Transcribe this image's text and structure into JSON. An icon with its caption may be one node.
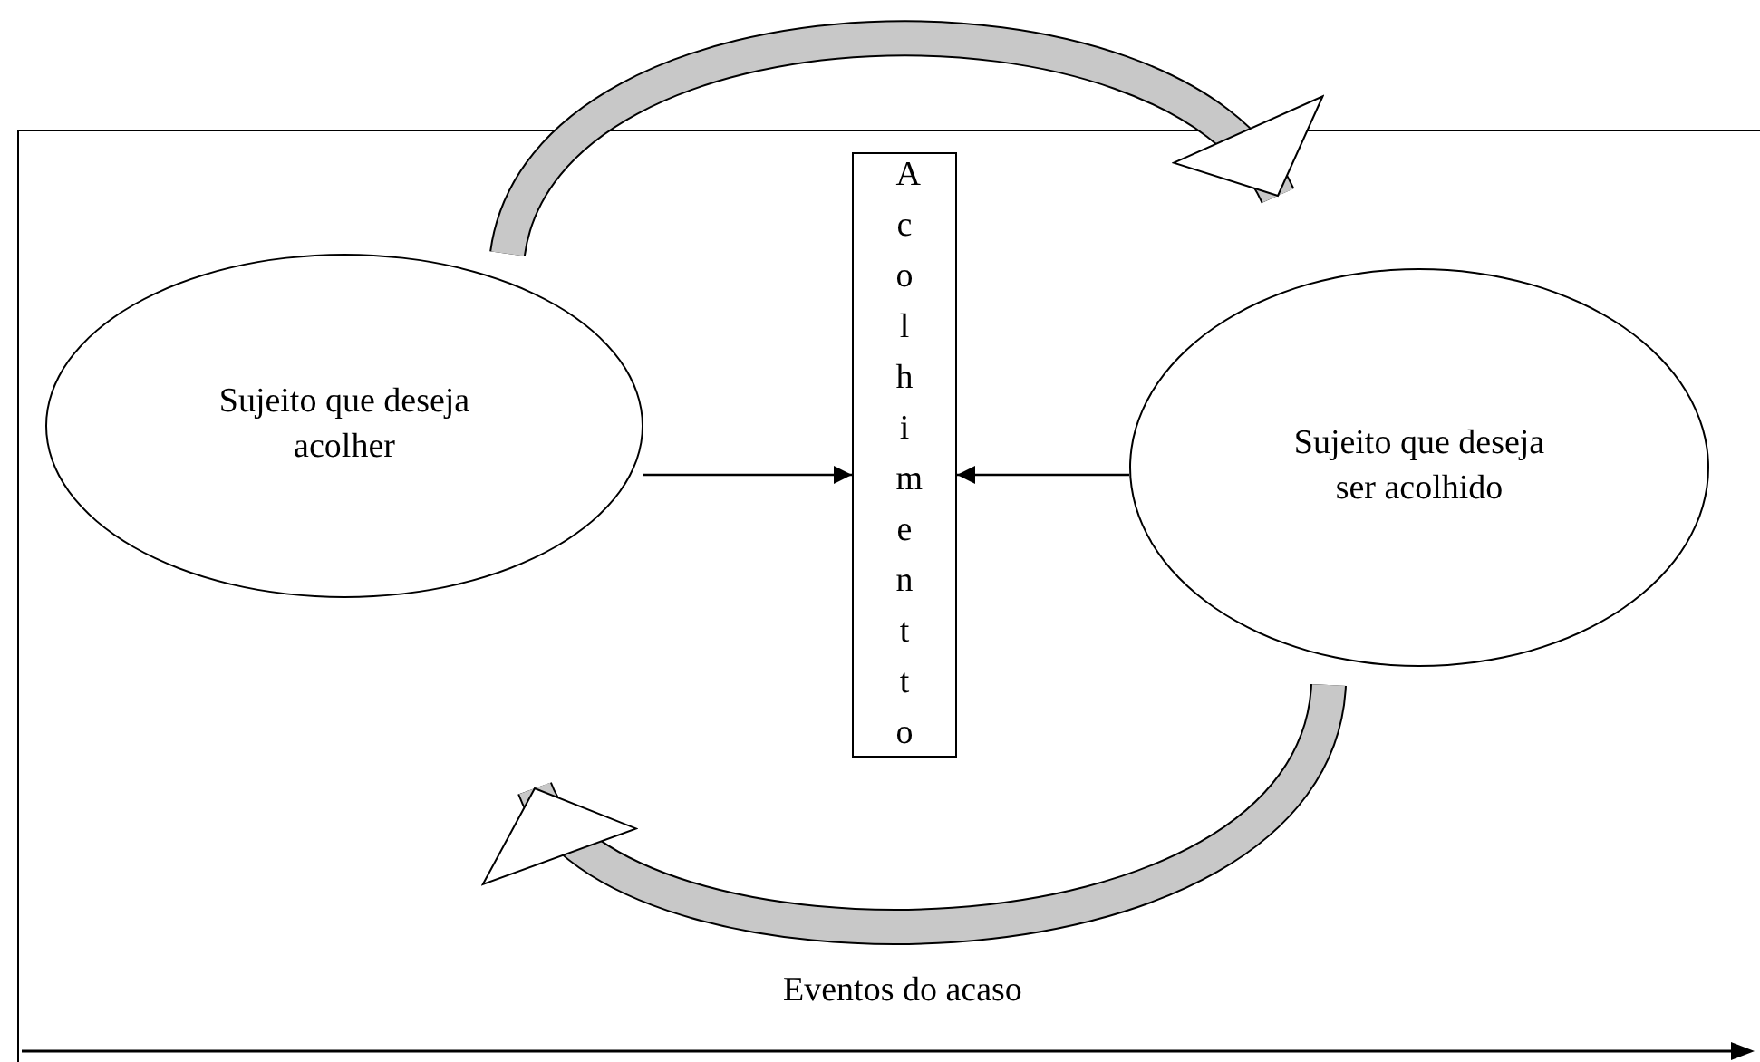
{
  "diagram": {
    "nodes": [
      {
        "text": [
          "Sujeito que deseja acolher"
        ]
      },
      {
        "text": [
          "Acolhimentto"
        ]
      },
      {
        "text": [
          "Sujeito que deseja ser acolhido"
        ]
      }
    ],
    "edges": [
      {
        "from": 0,
        "to": 2,
        "arrow": "to",
        "style": "thick"
      },
      {
        "from": 2,
        "to": 0,
        "arrow": "to",
        "style": "thick"
      },
      {
        "from": 0,
        "to": 1,
        "arrow": "to"
      },
      {
        "from": 2,
        "to": 1,
        "arrow": "to"
      }
    ],
    "labels": [
      "Eventos do acaso"
    ]
  }
}
